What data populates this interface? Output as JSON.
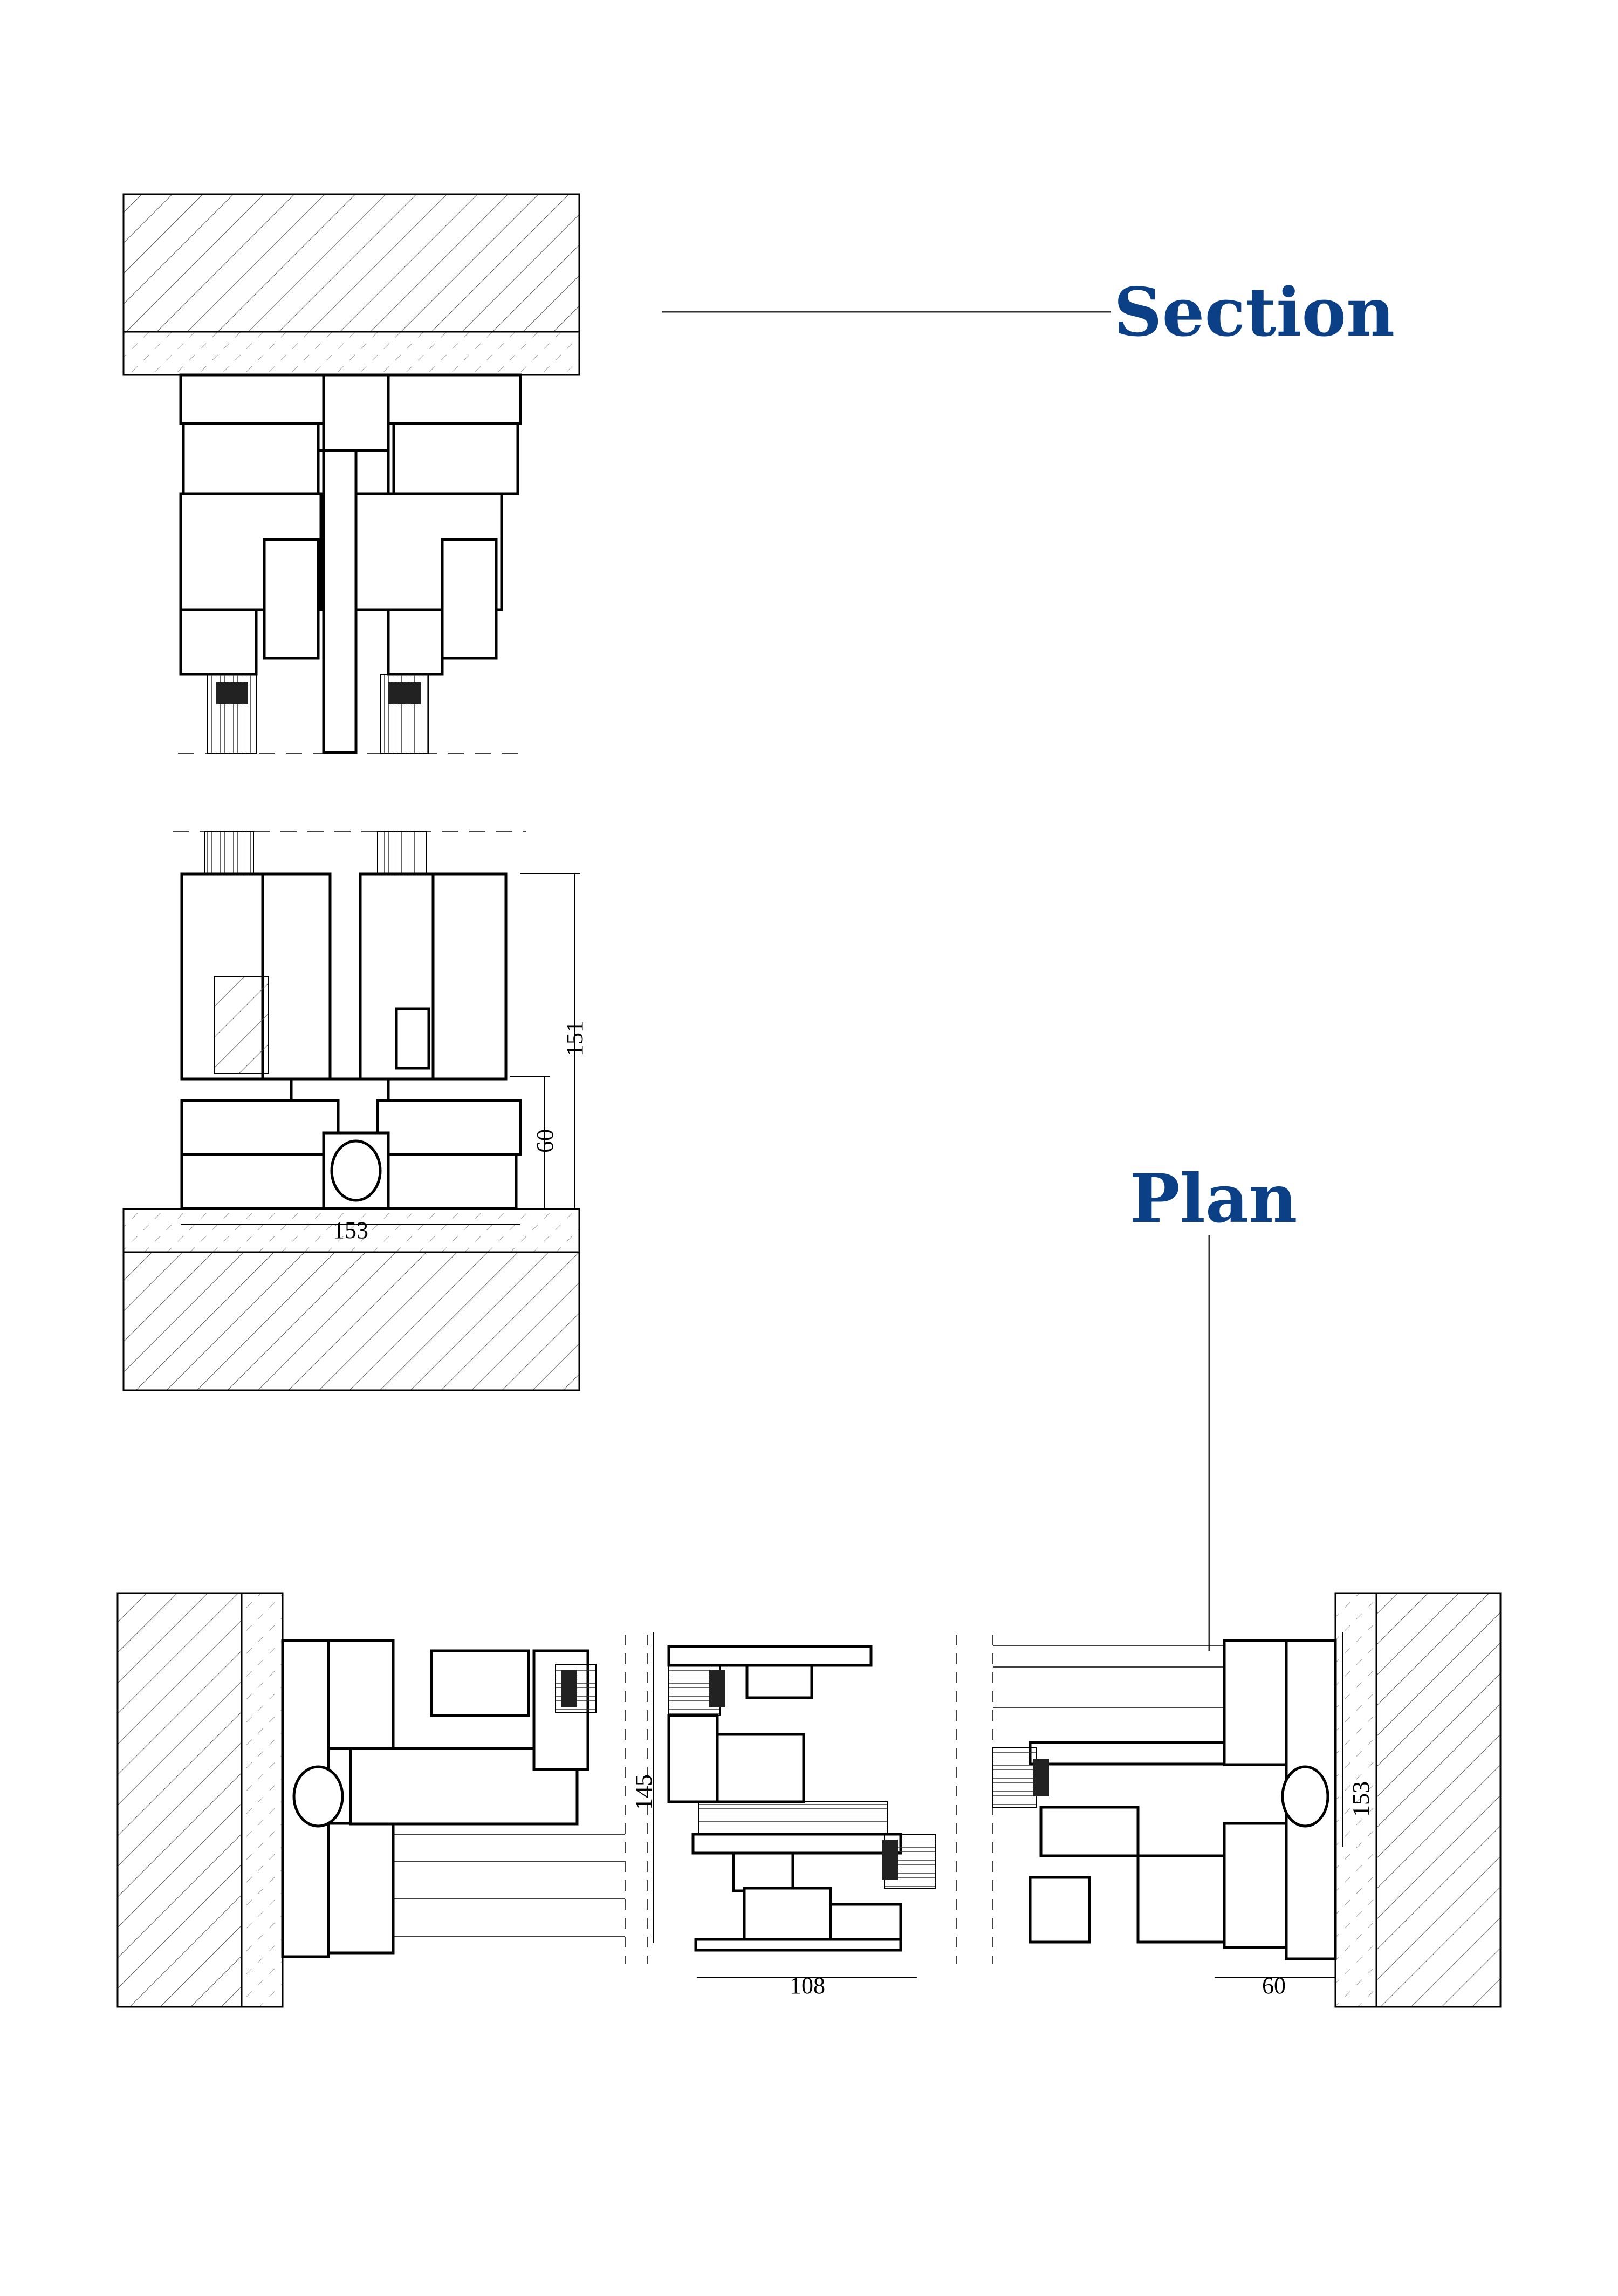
{
  "titles": {
    "section": "Section",
    "plan": "Plan"
  },
  "section_dimensions": {
    "total_height": "151",
    "sill_height": "60",
    "frame_depth": "153"
  },
  "plan_dimensions": {
    "interlock_width": "145",
    "interlock_depth": "108",
    "jamb_width": "60",
    "jamb_depth": "153"
  },
  "colors": {
    "title": "#0b3f86",
    "lines": "#000000"
  }
}
